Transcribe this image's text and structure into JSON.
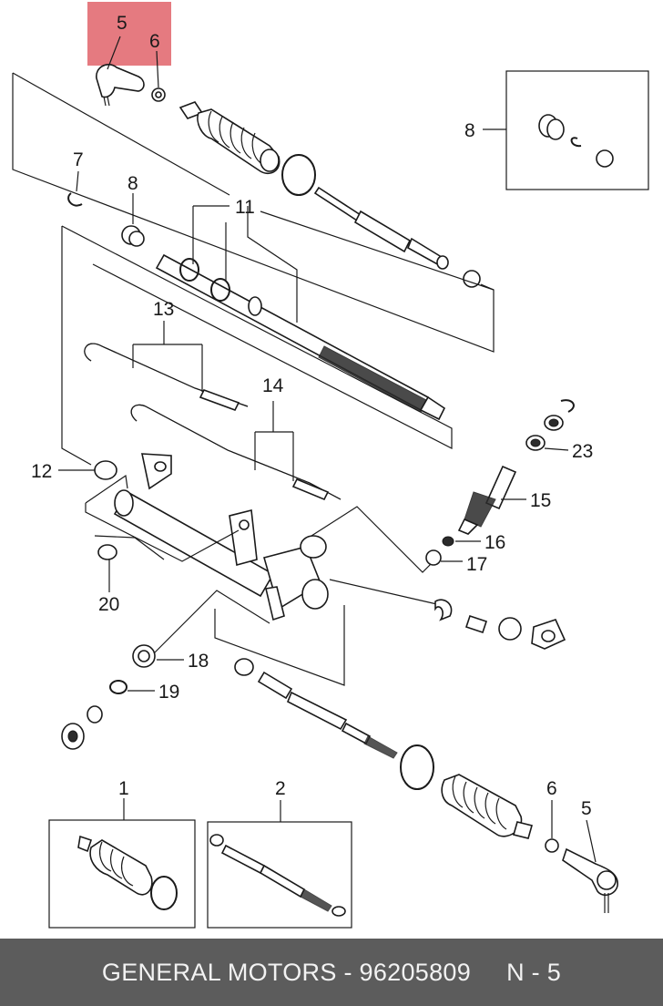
{
  "highlight_color": "#e0636a",
  "footer": {
    "text": "GENERAL MOTORS - 96205809",
    "page": "N - 5",
    "background": "#5c5c5c"
  },
  "callouts": {
    "c5_top": "5",
    "c6_top": "6",
    "c7": "7",
    "c8_left": "8",
    "c8_box": "8",
    "c11": "11",
    "c13": "13",
    "c14": "14",
    "c12": "12",
    "c23": "23",
    "c15": "15",
    "c16": "16",
    "c17": "17",
    "c20": "20",
    "c18": "18",
    "c19": "19",
    "c1": "1",
    "c2": "2",
    "c6_bottom": "6",
    "c5_bottom": "5"
  }
}
